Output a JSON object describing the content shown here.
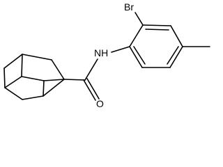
{
  "molecule": {
    "atom_labels": {
      "bromine": "Br",
      "amide_nitrogen": "NH",
      "carbonyl_oxygen": "O"
    },
    "line_color": "#000000",
    "background_color": "#ffffff"
  }
}
